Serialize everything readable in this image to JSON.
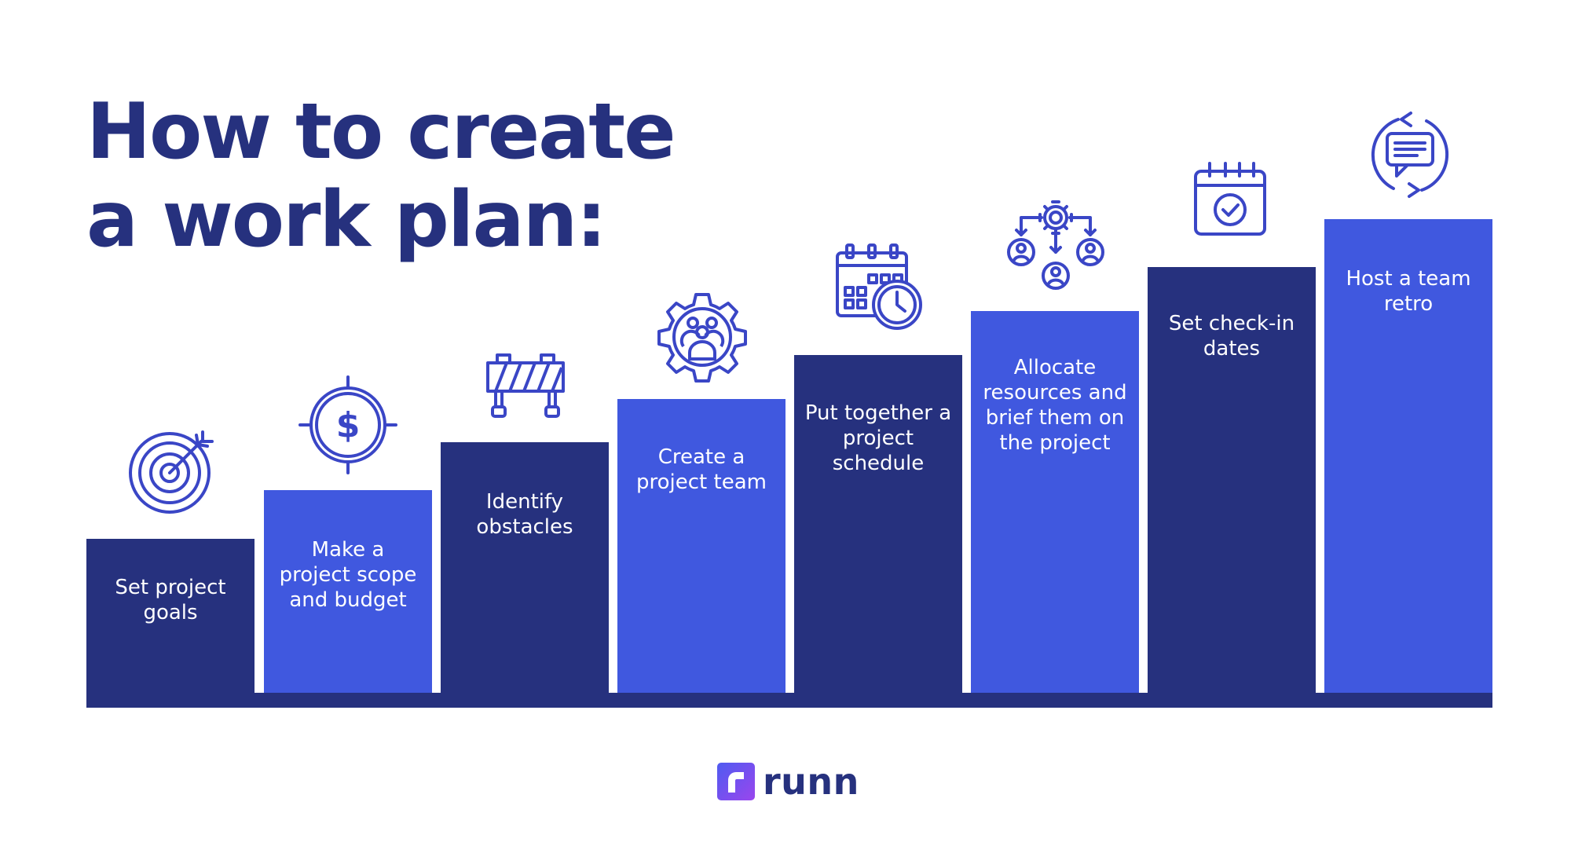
{
  "title": {
    "line1": "How to create",
    "line2": "a work plan:"
  },
  "colors": {
    "dark_navy": "#26317e",
    "royal_blue": "#4058df",
    "icon_blue": "#3a46c6"
  },
  "steps": [
    {
      "label": "Set project\ngoals",
      "icon": "target-icon",
      "color": "dark_navy"
    },
    {
      "label": "Make a\nproject scope\nand budget",
      "icon": "dollar-crosshair-icon",
      "color": "royal_blue"
    },
    {
      "label": "Identify\nobstacles",
      "icon": "roadblock-barrier-icon",
      "color": "dark_navy"
    },
    {
      "label": "Create a\nproject team",
      "icon": "team-gear-icon",
      "color": "royal_blue"
    },
    {
      "label": "Put together a\nproject\nschedule",
      "icon": "calendar-clock-icon",
      "color": "dark_navy"
    },
    {
      "label": "Allocate\nresources and\nbrief them on\nthe project",
      "icon": "resource-allocation-icon",
      "color": "royal_blue"
    },
    {
      "label": "Set check-in\ndates",
      "icon": "calendar-check-icon",
      "color": "dark_navy"
    },
    {
      "label": "Host a team\nretro",
      "icon": "chat-cycle-icon",
      "color": "royal_blue"
    }
  ],
  "brand": {
    "name": "runn",
    "logo_icon": "runn-logo-icon"
  }
}
